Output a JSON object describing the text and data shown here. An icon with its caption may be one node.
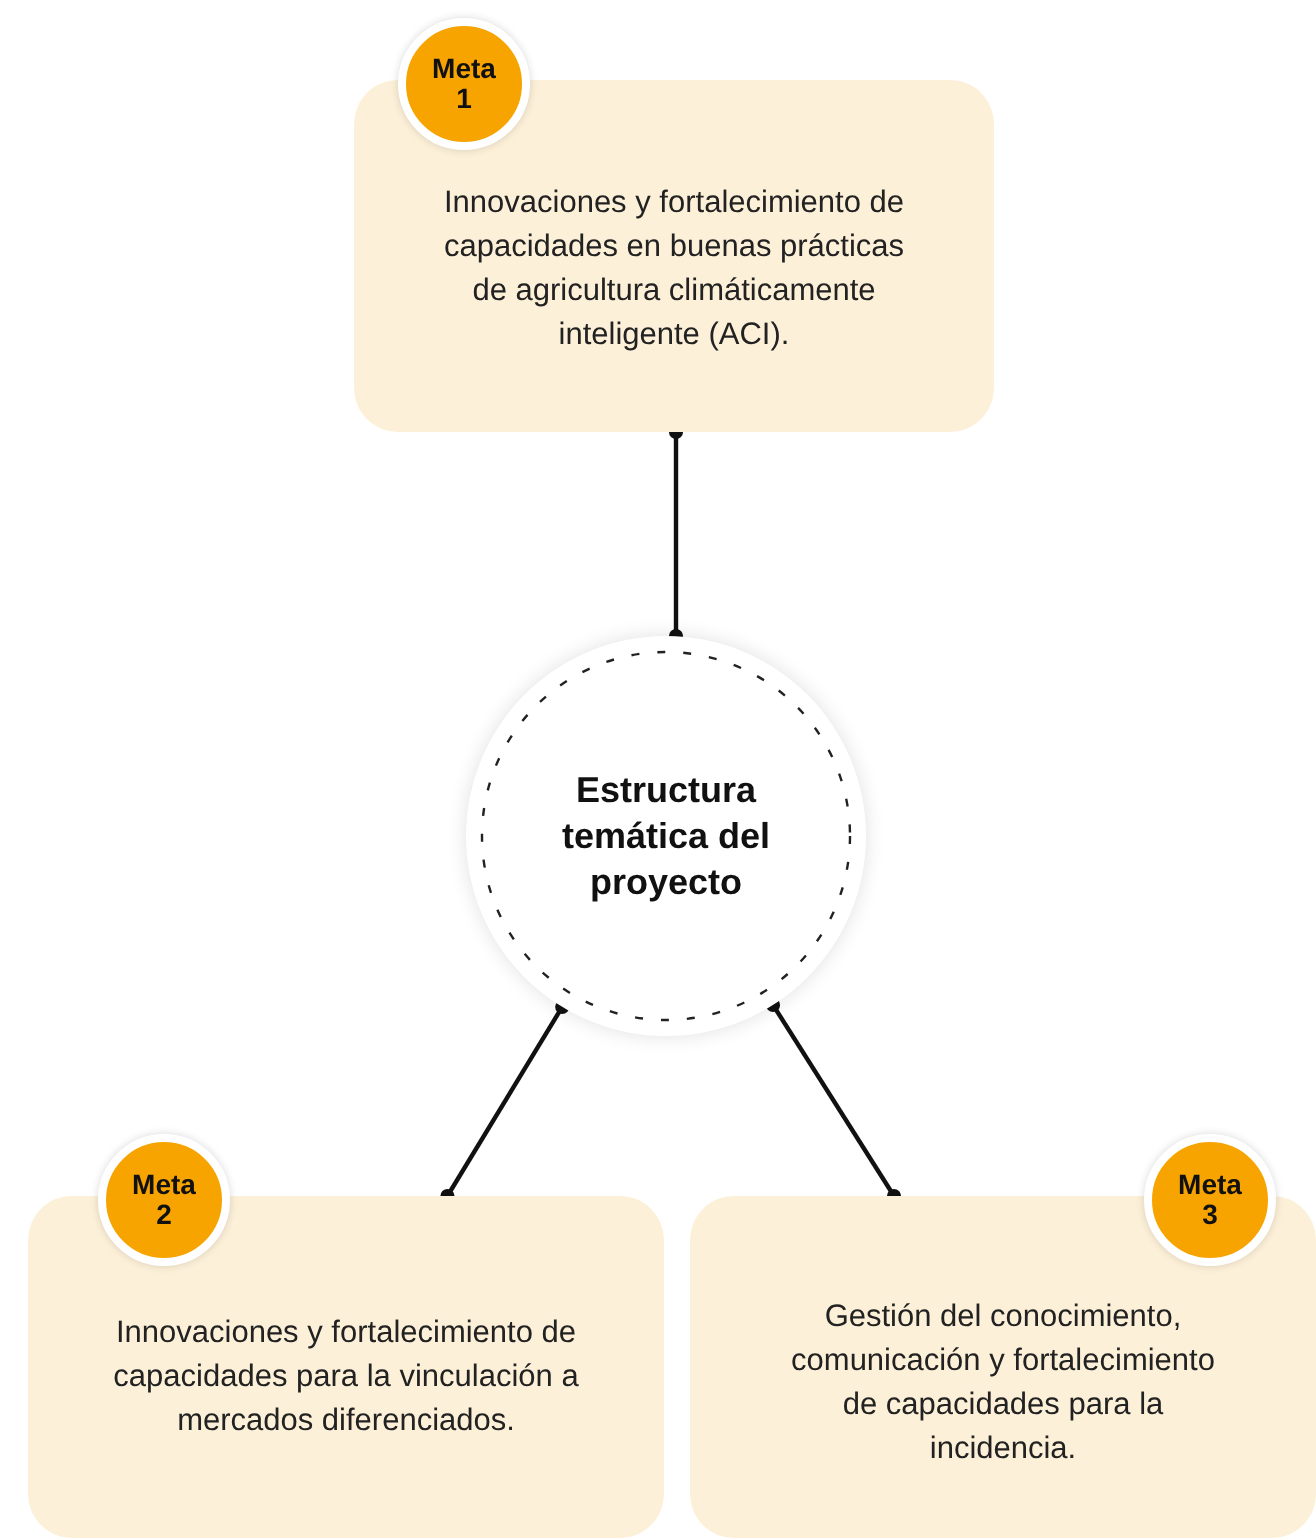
{
  "diagram": {
    "nodes": [
      {
        "text": [
          "Meta 1"
        ]
      },
      {
        "text": [
          "Innovaciones y fortalecimiento de capacidades en buenas prácticas de agricultura climáticamente inteligente (ACI)."
        ]
      },
      {
        "text": [
          "Estructura temática del proyecto"
        ]
      },
      {
        "text": [
          "Meta 2"
        ]
      },
      {
        "text": [
          "Innovaciones y fortalecimiento de capacidades para la vinculación a mercados diferenciados."
        ]
      },
      {
        "text": [
          "Meta 3"
        ]
      },
      {
        "text": [
          "Gestión del conocimiento, comunicación y fortalecimiento de capacidades para la incidencia."
        ]
      }
    ],
    "edges": [
      {
        "from": 2,
        "to": 1,
        "arrow": "other"
      },
      {
        "from": 2,
        "to": 4,
        "arrow": "other"
      },
      {
        "from": 2,
        "to": 6,
        "arrow": "other"
      }
    ]
  }
}
